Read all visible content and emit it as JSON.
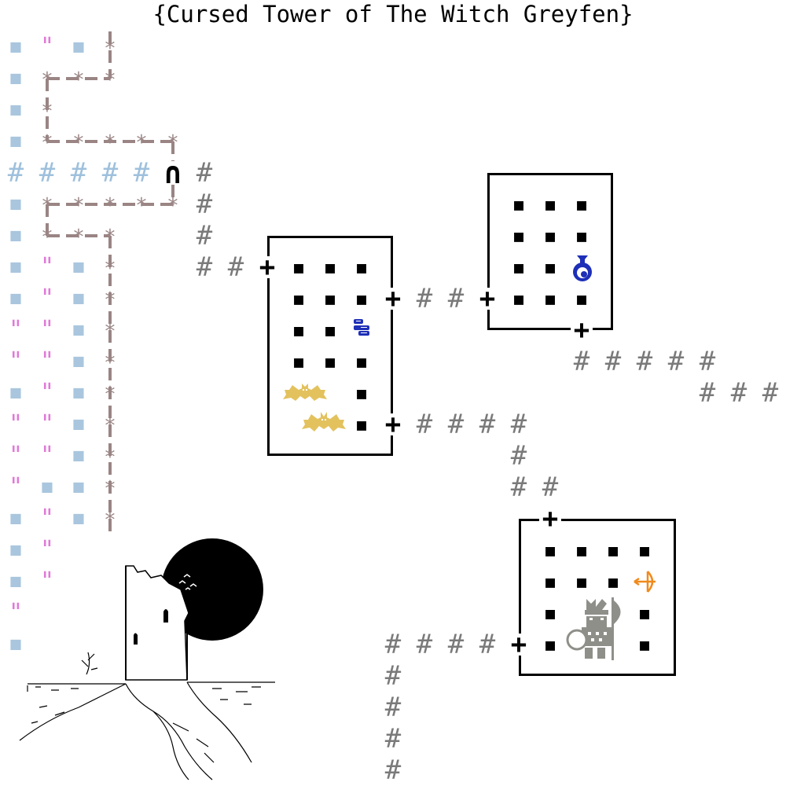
{
  "title": "{Cursed Tower of The Witch Greyfen}",
  "glyphs": {
    "floor": "■",
    "door": "+",
    "corridor": "#",
    "water": "#",
    "grass": "\"",
    "hedge_dot": "■",
    "arch": "∩"
  },
  "tiles": {
    "map_columns": 25,
    "map_rows": 25,
    "corridor": [
      [
        6,
        5
      ],
      [
        6,
        6
      ],
      [
        6,
        7
      ],
      [
        6,
        8
      ],
      [
        7,
        8
      ],
      [
        13,
        9
      ],
      [
        14,
        9
      ],
      [
        13,
        13
      ],
      [
        14,
        13
      ],
      [
        15,
        13
      ],
      [
        16,
        13
      ],
      [
        16,
        14
      ],
      [
        16,
        15
      ],
      [
        17,
        15
      ],
      [
        18,
        11
      ],
      [
        19,
        11
      ],
      [
        20,
        11
      ],
      [
        21,
        11
      ],
      [
        22,
        11
      ],
      [
        22,
        12
      ],
      [
        23,
        12
      ],
      [
        24,
        12
      ],
      [
        12,
        20
      ],
      [
        13,
        20
      ],
      [
        14,
        20
      ],
      [
        15,
        20
      ],
      [
        12,
        21
      ],
      [
        12,
        22
      ],
      [
        12,
        23
      ],
      [
        12,
        24
      ]
    ],
    "water": [
      [
        0,
        5
      ],
      [
        1,
        5
      ],
      [
        2,
        5
      ],
      [
        3,
        5
      ],
      [
        4,
        5
      ]
    ],
    "doors": [
      [
        8,
        8
      ],
      [
        12,
        9
      ],
      [
        15,
        9
      ],
      [
        18,
        10
      ],
      [
        12,
        13
      ],
      [
        17,
        16
      ],
      [
        16,
        20
      ]
    ],
    "floor": [
      [
        16,
        6
      ],
      [
        17,
        6
      ],
      [
        18,
        6
      ],
      [
        16,
        7
      ],
      [
        17,
        7
      ],
      [
        18,
        7
      ],
      [
        16,
        8
      ],
      [
        17,
        8
      ],
      [
        16,
        9
      ],
      [
        17,
        9
      ],
      [
        18,
        9
      ],
      [
        9,
        8
      ],
      [
        10,
        8
      ],
      [
        11,
        8
      ],
      [
        9,
        9
      ],
      [
        10,
        9
      ],
      [
        11,
        9
      ],
      [
        9,
        10
      ],
      [
        10,
        10
      ],
      [
        9,
        11
      ],
      [
        10,
        11
      ],
      [
        11,
        11
      ],
      [
        11,
        12
      ],
      [
        11,
        13
      ],
      [
        17,
        17
      ],
      [
        18,
        17
      ],
      [
        19,
        17
      ],
      [
        20,
        17
      ],
      [
        17,
        18
      ],
      [
        18,
        18
      ],
      [
        19,
        18
      ],
      [
        17,
        19
      ],
      [
        20,
        19
      ],
      [
        17,
        20
      ],
      [
        20,
        20
      ]
    ],
    "hedge_dots": [
      [
        0,
        1
      ],
      [
        2,
        1
      ],
      [
        0,
        2
      ],
      [
        0,
        3
      ],
      [
        0,
        4
      ],
      [
        0,
        6
      ],
      [
        0,
        7
      ],
      [
        0,
        8
      ],
      [
        2,
        8
      ],
      [
        0,
        9
      ],
      [
        2,
        9
      ],
      [
        2,
        10
      ],
      [
        2,
        11
      ],
      [
        0,
        12
      ],
      [
        2,
        12
      ],
      [
        2,
        13
      ],
      [
        2,
        14
      ],
      [
        1,
        15
      ],
      [
        2,
        15
      ],
      [
        0,
        16
      ],
      [
        2,
        16
      ],
      [
        0,
        17
      ],
      [
        0,
        18
      ],
      [
        0,
        20
      ]
    ],
    "grass": [
      [
        1,
        1
      ],
      [
        1,
        8
      ],
      [
        1,
        9
      ],
      [
        0,
        10
      ],
      [
        1,
        10
      ],
      [
        0,
        11
      ],
      [
        1,
        11
      ],
      [
        1,
        12
      ],
      [
        0,
        13
      ],
      [
        1,
        13
      ],
      [
        0,
        14
      ],
      [
        1,
        14
      ],
      [
        0,
        15
      ],
      [
        1,
        16
      ],
      [
        1,
        17
      ],
      [
        1,
        18
      ],
      [
        0,
        19
      ]
    ],
    "arch": [
      5,
      5
    ]
  },
  "rooms": [
    {
      "name": "room-west"
    },
    {
      "name": "room-northeast"
    },
    {
      "name": "room-southeast"
    }
  ],
  "entities": [
    {
      "name": "gold-coins-icon",
      "kind": "gold",
      "color": "#1e2fb8"
    },
    {
      "name": "potion-icon",
      "kind": "potion",
      "color": "#1e2fb8"
    },
    {
      "name": "bat-icon",
      "kind": "bat",
      "color": "#e3c25e"
    },
    {
      "name": "bat-icon",
      "kind": "bat",
      "color": "#e3c25e"
    },
    {
      "name": "bow-icon",
      "kind": "bow",
      "color": "#f08a1c"
    },
    {
      "name": "warrior-player-icon",
      "kind": "warrior",
      "color": "#8f8f8a"
    }
  ],
  "colors": {
    "corridor": "#7a7a7a",
    "water": "#9ec0dc",
    "grass": "#e07ad8",
    "hedge_dot": "#a9c6de",
    "fence": "#9a8584",
    "bat": "#e3c25e",
    "item_blue": "#1e2fb8",
    "bow": "#f08a1c",
    "warrior": "#8f8f8a"
  }
}
